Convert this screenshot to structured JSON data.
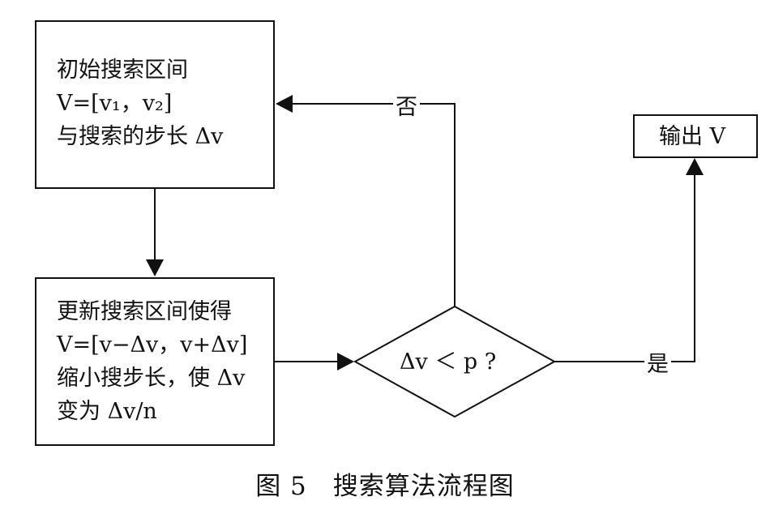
{
  "nodes": {
    "init": {
      "line1": "初始搜索区间",
      "line2": "V=[v₁，v₂]",
      "line3": "与搜索的步长 Δv"
    },
    "update": {
      "line1": "更新搜索区间使得",
      "line2": "V=[v−Δv，v+Δv]",
      "line3": "缩小搜步长，使 Δv",
      "line4": "变为 Δv/n"
    },
    "decision": {
      "text": "Δv ＜ p ?"
    },
    "output": {
      "text": "输出 V"
    }
  },
  "edges": {
    "no_label": "否",
    "yes_label": "是"
  },
  "caption": "图 5　搜索算法流程图"
}
